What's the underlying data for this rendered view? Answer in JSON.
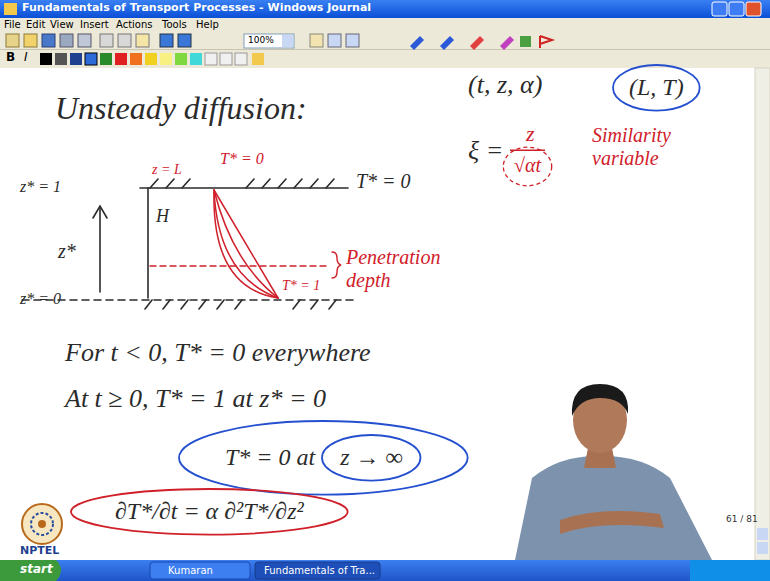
{
  "diagram": {
    "title": "Unsteady diffusion:",
    "nodes": [
      {
        "text": [
          "(L, T)"
        ]
      },
      {
        "text": [
          "T* = 0 at"
        ]
      },
      {
        "text": [
          "z → ∞"
        ],
        "in": 1
      },
      {
        "text": [
          "∂T*/∂t = α ∂²T*/∂z²"
        ]
      }
    ],
    "labels": [
      "Fundamentals of Transport Processes - Windows Journal",
      "File",
      "Edit",
      "View",
      "Insert",
      "Actions",
      "Tools",
      "Help",
      "100%",
      "B",
      "I",
      "(t, z, α)",
      "ξ =",
      "z",
      "√αt",
      "Similarity variable",
      "T* = 0",
      "z = L",
      "T* = 0",
      "z* = 1",
      "H",
      "z*",
      "z* = 0",
      "T* = 1",
      "Penetration depth",
      "For t < 0, T* = 0 everywhere",
      "At t ≥ 0, T* = 1 at z* = 0",
      "61 / 81",
      "start",
      "Kumaran",
      "Fundamentals of Tra...",
      "NPTEL"
    ]
  }
}
